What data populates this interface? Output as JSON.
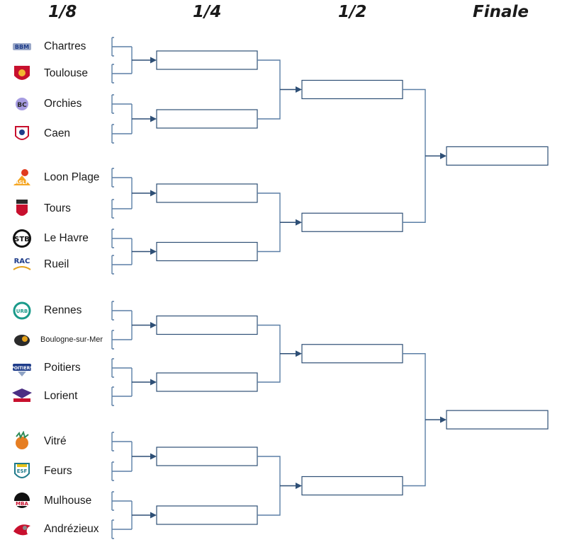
{
  "rounds": {
    "r16": "1/8",
    "qf": "1/4",
    "sf": "1/2",
    "final": "Finale"
  },
  "teams": [
    {
      "name": "Chartres",
      "logo": "chartres-logo-icon",
      "colors": [
        "#1f3d8a",
        "#9aa8c8"
      ]
    },
    {
      "name": "Toulouse",
      "logo": "toulouse-logo-icon",
      "colors": [
        "#c8102e",
        "#f2b632"
      ]
    },
    {
      "name": "Orchies",
      "logo": "orchies-logo-icon",
      "colors": [
        "#2b2b2b",
        "#6a5acd"
      ]
    },
    {
      "name": "Caen",
      "logo": "caen-logo-icon",
      "colors": [
        "#c8102e",
        "#1f3d8a"
      ]
    },
    {
      "name": "Loon Plage",
      "logo": "loon-plage-logo-icon",
      "colors": [
        "#e03a1e",
        "#f5a623"
      ]
    },
    {
      "name": "Tours",
      "logo": "tours-logo-icon",
      "colors": [
        "#2b2b2b",
        "#c8102e"
      ]
    },
    {
      "name": "Le Havre",
      "logo": "le-havre-logo-icon",
      "colors": [
        "#111111",
        "#c8102e"
      ]
    },
    {
      "name": "Rueil",
      "logo": "rueil-logo-icon",
      "colors": [
        "#1f3d8a",
        "#e4a11b"
      ]
    },
    {
      "name": "Rennes",
      "logo": "rennes-logo-icon",
      "colors": [
        "#1a9a8a",
        "#2b2b2b"
      ]
    },
    {
      "name": "Boulogne-sur-Mer",
      "logo": "boulogne-logo-icon",
      "colors": [
        "#2b2b2b",
        "#e4a11b"
      ]
    },
    {
      "name": "Poitiers",
      "logo": "poitiers-logo-icon",
      "colors": [
        "#1f3d8a",
        "#8fa3c4"
      ]
    },
    {
      "name": "Lorient",
      "logo": "lorient-logo-icon",
      "colors": [
        "#4b2e83",
        "#c8102e"
      ]
    },
    {
      "name": "Vitré",
      "logo": "vitre-logo-icon",
      "colors": [
        "#e67e22",
        "#2e8b57"
      ]
    },
    {
      "name": "Feurs",
      "logo": "feurs-logo-icon",
      "colors": [
        "#1f7a8a",
        "#e4c21b"
      ]
    },
    {
      "name": "Mulhouse",
      "logo": "mulhouse-logo-icon",
      "colors": [
        "#111111",
        "#c8102e"
      ]
    },
    {
      "name": "Andrézieux",
      "logo": "andrezieux-logo-icon",
      "colors": [
        "#c8102e",
        "#8a8a8a"
      ]
    }
  ],
  "style": {
    "line_color": "#2e4f76",
    "connector_color": "#5b7fa6",
    "box_border": "#2e4f76"
  }
}
